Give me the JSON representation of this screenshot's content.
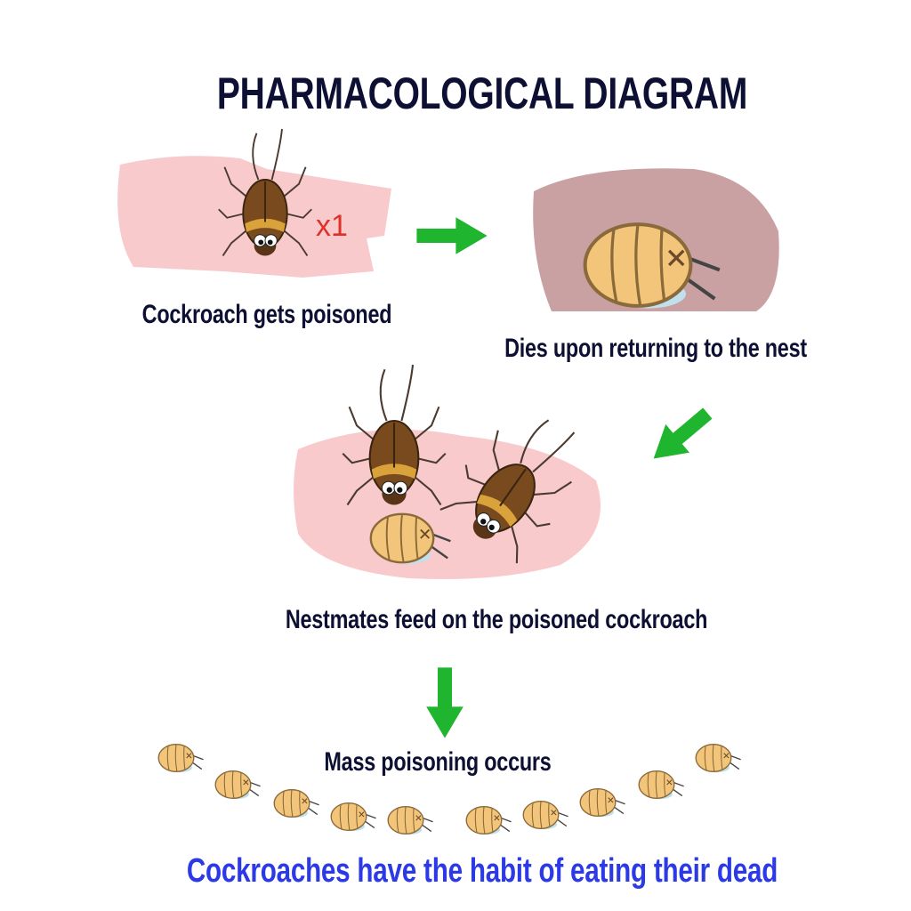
{
  "title": "PHARMACOLOGICAL DIAGRAM",
  "steps": [
    {
      "label": "Cockroach gets poisoned",
      "badge": "x1"
    },
    {
      "label": "Dies upon returning to the nest"
    },
    {
      "label": "Nestmates feed on the poisoned cockroach"
    },
    {
      "label": "Mass poisoning occurs"
    }
  ],
  "footer": "Cockroaches have the habit of eating their dead",
  "colors": {
    "title": "#0d1033",
    "footer": "#2b3ae6",
    "arrow": "#1fb52f",
    "badge": "#e0302a",
    "pink": "#f7c4c6",
    "nest": "#c9a1a3"
  }
}
